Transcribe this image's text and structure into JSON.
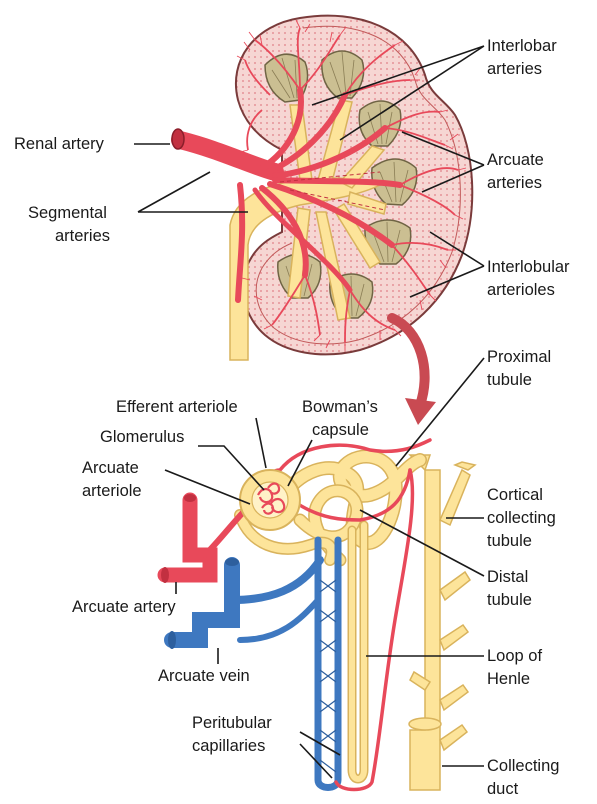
{
  "labels": {
    "interlobar": [
      "Interlobar",
      "arteries"
    ],
    "renal_artery": [
      "Renal artery"
    ],
    "arcuate_arteries": [
      "Arcuate",
      "arteries"
    ],
    "segmental": [
      "Segmental",
      "arteries"
    ],
    "interlobular": [
      "Interlobular",
      "arterioles"
    ],
    "proximal": [
      "Proximal",
      "tubule"
    ],
    "efferent": [
      "Efferent arteriole"
    ],
    "bowmans": [
      "Bowman’s",
      "capsule"
    ],
    "glomerulus": [
      "Glomerulus"
    ],
    "arcuate_arteriole": [
      "Arcuate",
      "arteriole"
    ],
    "cortical": [
      "Cortical",
      "collecting",
      "tubule"
    ],
    "arcuate_artery": [
      "Arcuate artery"
    ],
    "distal": [
      "Distal",
      "tubule"
    ],
    "arcuate_vein": [
      "Arcuate vein"
    ],
    "loop": [
      "Loop of",
      "Henle"
    ],
    "peritubular": [
      "Peritubular",
      "capillaries"
    ],
    "collecting_duct": [
      "Collecting",
      "duct"
    ]
  },
  "colors": {
    "artery": "#e8495a",
    "artery_light": "#f48a94",
    "vein": "#3e78c0",
    "tubule": "#fde49a",
    "tubule_dark": "#e9c56a",
    "cortex": "#f6d6d3",
    "pyramid": "#cbbf92",
    "arrow": "#c94a52"
  }
}
